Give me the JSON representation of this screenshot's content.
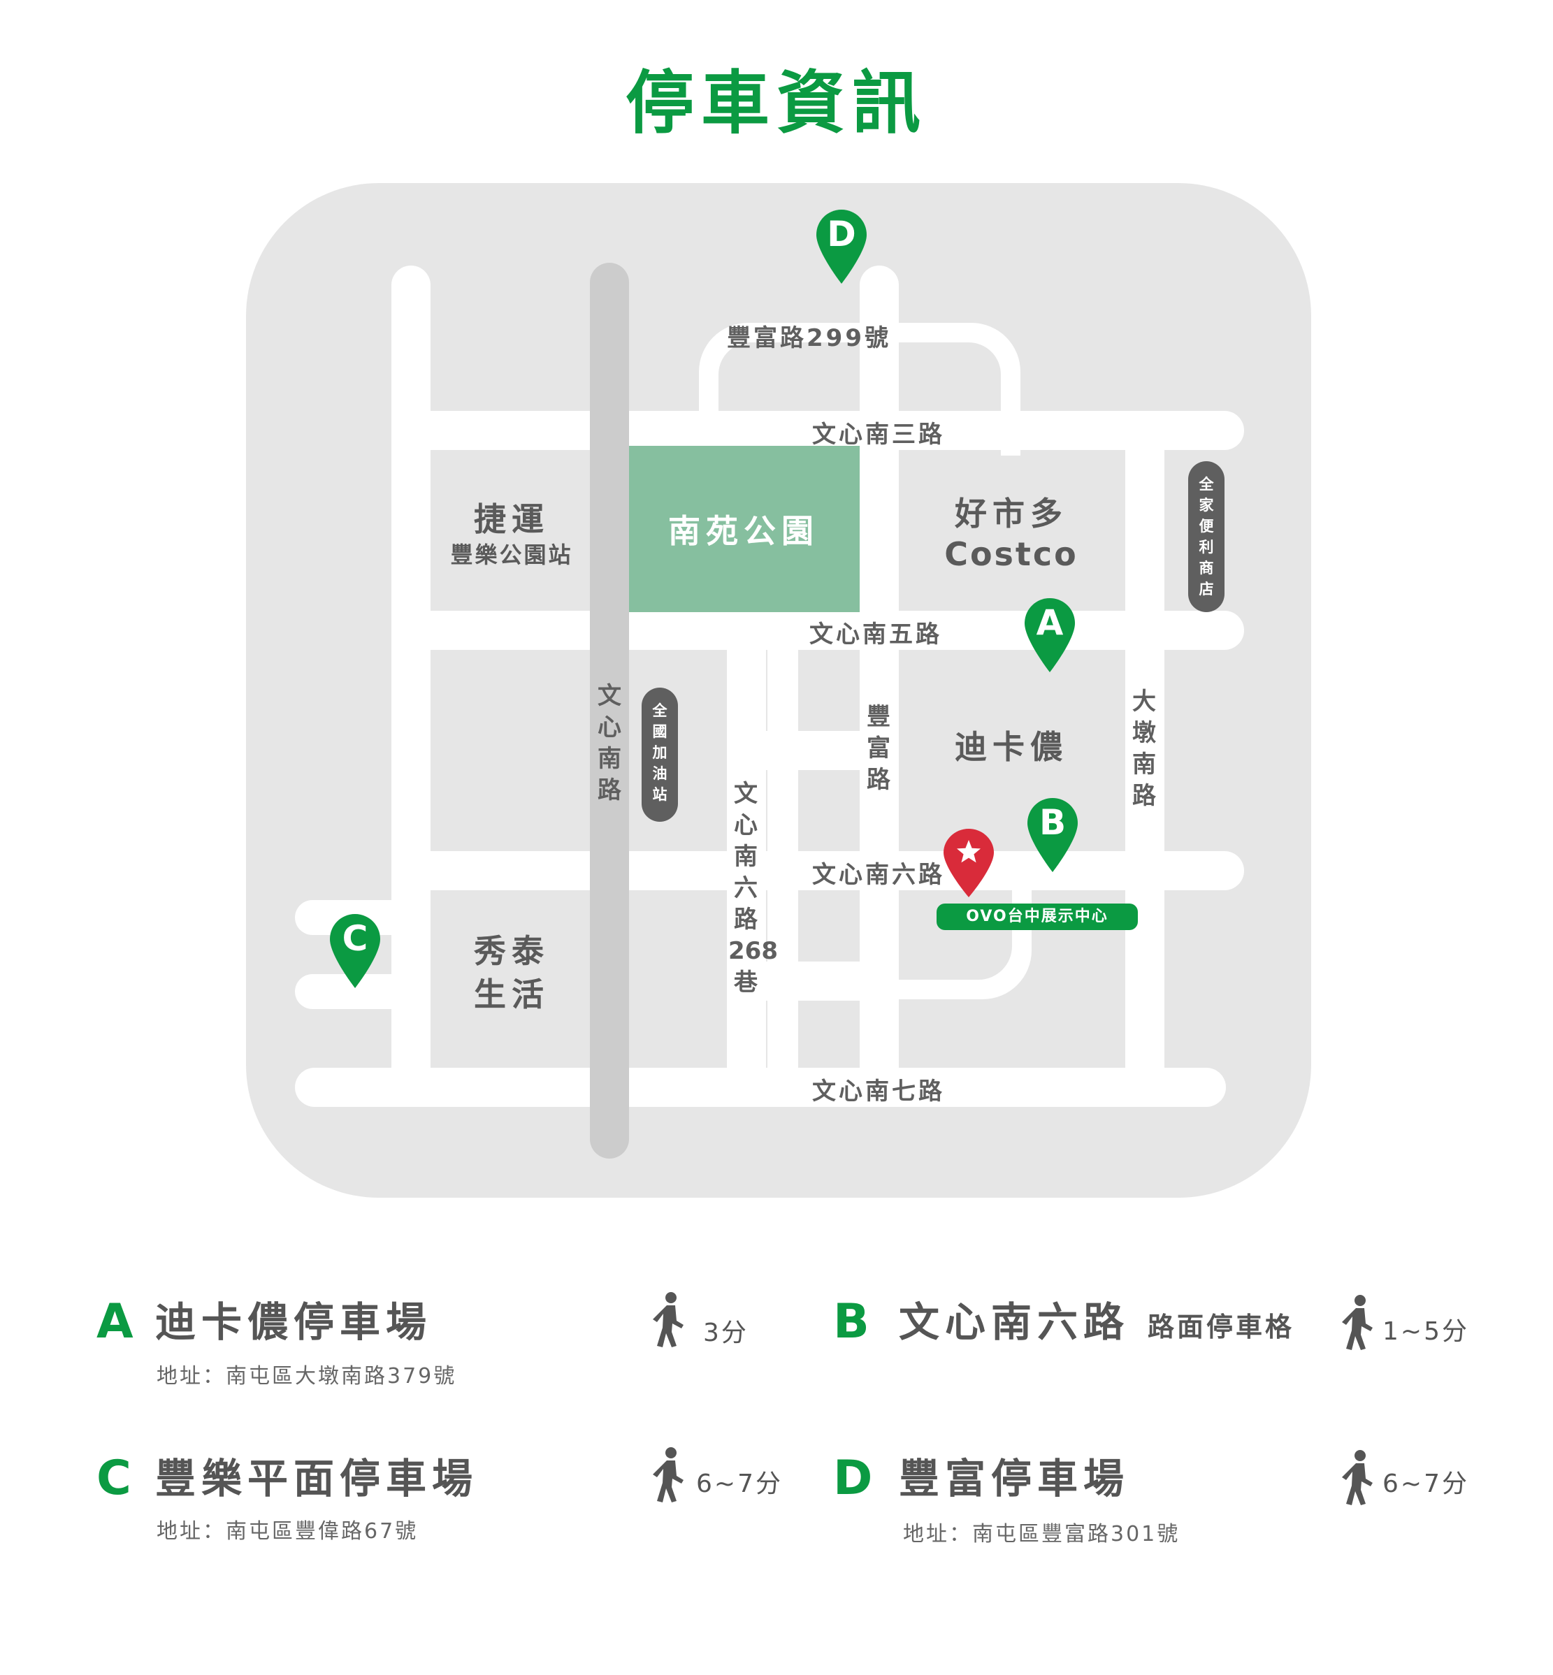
{
  "title": "停車資訊",
  "colors": {
    "brand_green": "#0b9a42",
    "park_green": "#86bf9f",
    "venue_red": "#d92b3a",
    "text_gray": "#5f5f5f",
    "map_bg": "#e6e6e6"
  },
  "map": {
    "roads": {
      "wenxin_s3": "文心南三路",
      "wenxin_s5": "文心南五路",
      "wenxin_s6": "文心南六路",
      "wenxin_s7": "文心南七路",
      "fengfu_299": "豐富路299號",
      "wenxin_s_road": "文心南\n路",
      "fengfu_road": "豐富\n路",
      "dadun_s_road": "大\n墩\n南\n路",
      "lane_268": "文\n心\n南\n六\n路\n268\n巷"
    },
    "places": {
      "mrt_title": "捷運",
      "mrt_sub": "豐樂公園站",
      "park": "南苑公園",
      "costco_zh": "好市多",
      "costco_en": "Costco",
      "decathlon": "迪卡儂",
      "hola_line1": "秀泰",
      "hola_line2": "生活",
      "gas_station": "全\n國\n加\n油\n站",
      "familymart": "全\n家\n便\n利\n商\n店",
      "venue": "OVO台中展示中心"
    },
    "pins": [
      "A",
      "B",
      "C",
      "D"
    ]
  },
  "legend": [
    {
      "letter": "A",
      "name": "迪卡儂停車場",
      "note": "",
      "address": "地址：南屯區大墩南路379號",
      "walk_icon": "walking-person-icon",
      "walk_time": "3分"
    },
    {
      "letter": "B",
      "name": "文心南六路",
      "note": "路面停車格",
      "address": "",
      "walk_icon": "walking-person-icon",
      "walk_time": "1~5分"
    },
    {
      "letter": "C",
      "name": "豐樂平面停車場",
      "note": "",
      "address": "地址：南屯區豐偉路67號",
      "walk_icon": "walking-person-icon",
      "walk_time": "6~7分"
    },
    {
      "letter": "D",
      "name": "豐富停車場",
      "note": "",
      "address": "地址：南屯區豐富路301號",
      "walk_icon": "walking-person-icon",
      "walk_time": "6~7分"
    }
  ]
}
